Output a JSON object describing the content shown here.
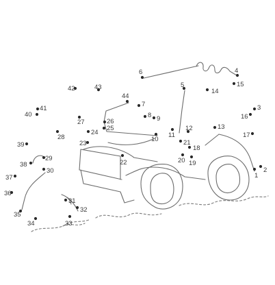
{
  "dots": [
    {
      "n": "1"
    },
    {
      "n": "2"
    },
    {
      "n": "3"
    },
    {
      "n": "4"
    },
    {
      "n": "5"
    },
    {
      "n": "6"
    },
    {
      "n": "7"
    },
    {
      "n": "8"
    },
    {
      "n": "9"
    },
    {
      "n": "10"
    },
    {
      "n": "11"
    },
    {
      "n": "12"
    },
    {
      "n": "13"
    },
    {
      "n": "14"
    },
    {
      "n": "15"
    },
    {
      "n": "16"
    },
    {
      "n": "17"
    },
    {
      "n": "18"
    },
    {
      "n": "19"
    },
    {
      "n": "20"
    },
    {
      "n": "21"
    },
    {
      "n": "22"
    },
    {
      "n": "23"
    },
    {
      "n": "24"
    },
    {
      "n": "25"
    },
    {
      "n": "26"
    },
    {
      "n": "27"
    },
    {
      "n": "28"
    },
    {
      "n": "29"
    },
    {
      "n": "30"
    },
    {
      "n": "31"
    },
    {
      "n": "32"
    },
    {
      "n": "33"
    },
    {
      "n": "34"
    },
    {
      "n": "35"
    },
    {
      "n": "36"
    },
    {
      "n": "37"
    },
    {
      "n": "38"
    },
    {
      "n": "39"
    },
    {
      "n": "40"
    },
    {
      "n": "41"
    },
    {
      "n": "42"
    },
    {
      "n": "43"
    },
    {
      "n": "44"
    }
  ]
}
